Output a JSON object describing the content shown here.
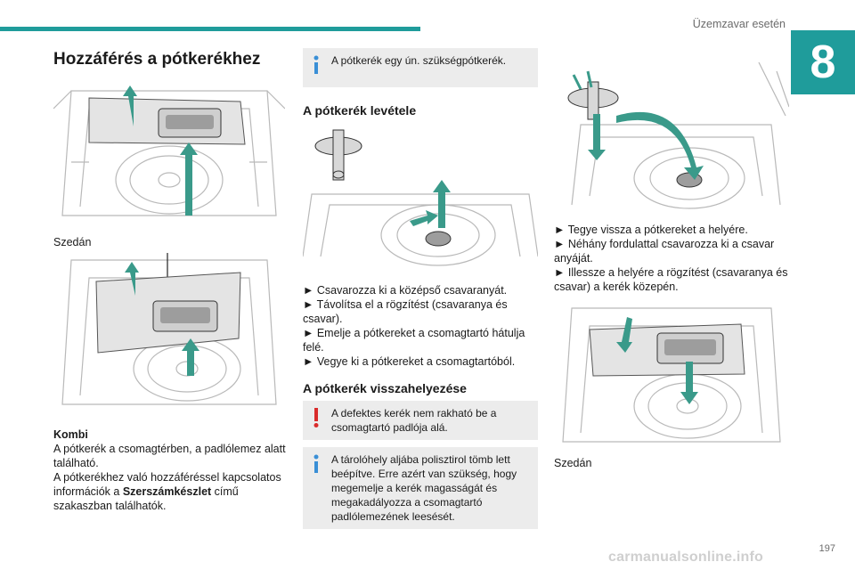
{
  "header": {
    "section_title": "Üzemzavar esetén",
    "chapter_number": "8",
    "accent_color": "#1f9c9b"
  },
  "left": {
    "title": "Hozzáférés a pótkerékhez",
    "caption_sedan": "Szedán",
    "kombi_label": "Kombi",
    "kombi_text_1": "A pótkerék a csomagtérben, a padlólemez alatt található.",
    "kombi_text_2_pre": "A pótkerékhez való hozzáféréssel kapcsolatos információk a ",
    "kombi_text_2_bold": "Szerszámkészlet",
    "kombi_text_2_post": " című szakaszban találhatók."
  },
  "middle": {
    "info_note": "A pótkerék egy ún. szükségpótkerék.",
    "removal_title": "A pótkerék levétele",
    "removal_steps": [
      "► Csavarozza ki a középső csavaranyát.",
      "► Távolítsa el a rögzítést (csavaranya és csavar).",
      "► Emelje a pótkereket a csomagtartó hátulja felé.",
      "► Vegye ki a pótkereket a csomagtartóból."
    ],
    "refit_title": "A pótkerék visszahelyezése",
    "warning_note": "A defektes kerék nem rakható be a csomagtartó padlója alá.",
    "info_note_2": "A tárolóhely aljába polisztirol tömb lett beépítve. Erre azért van szükség, hogy megemelje a kerék magasságát és megakadályozza a csomagtartó padlólemezének leesését."
  },
  "right": {
    "refit_steps": [
      "► Tegye vissza a pótkereket a helyére.",
      "► Néhány fordulattal csavarozza ki a csavar anyáját.",
      "► Illessze a helyére a rögzítést (csavaranya és csavar) a kerék közepén."
    ],
    "caption_sedan": "Szedán"
  },
  "footer": {
    "page_number": "197",
    "watermark": "carmanualsonline.info"
  },
  "icons": {
    "info": "info-icon",
    "warning": "warning-icon",
    "arrow": "green-arrow-icon",
    "wheel": "spare-wheel-illustration"
  },
  "colors": {
    "info_icon": "#3a8fd6",
    "warning_icon": "#d92b2b",
    "arrow_green": "#3a9a8a",
    "note_bg": "#ececec"
  }
}
